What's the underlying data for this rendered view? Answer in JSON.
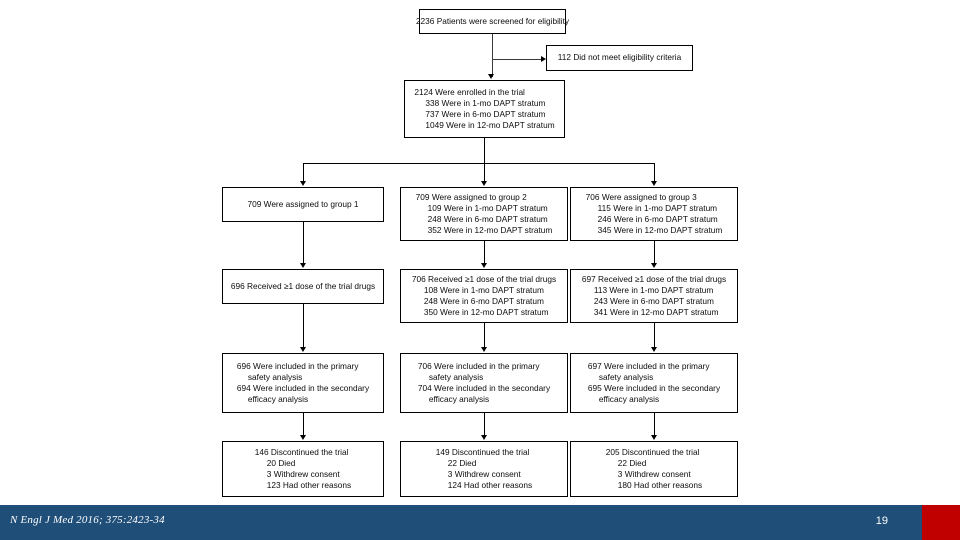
{
  "slide": {
    "page_number": "19",
    "citation": "N Engl J Med 2016; 375:2423-34"
  },
  "chart_data": {
    "type": "flowchart",
    "title": "CONSORT patient enrollment and follow-up flow diagram",
    "nodes": [
      {
        "id": "screened",
        "lines": [
          "2236 Patients were screened for eligibility"
        ]
      },
      {
        "id": "excluded",
        "lines": [
          "112 Did not meet eligibility criteria"
        ]
      },
      {
        "id": "enrolled",
        "head": "2124 Were enrolled in the trial",
        "subs": [
          "338 Were in 1-mo DAPT stratum",
          "737 Were in 6-mo DAPT stratum",
          "1049 Were in 12-mo DAPT stratum"
        ]
      },
      {
        "id": "assigned-group-1",
        "head": "709 Were assigned to group 1",
        "subs": []
      },
      {
        "id": "assigned-group-2",
        "head": "709 Were assigned to group 2",
        "subs": [
          "109 Were in 1-mo DAPT stratum",
          "248 Were in 6-mo DAPT stratum",
          "352 Were in 12-mo DAPT stratum"
        ]
      },
      {
        "id": "assigned-group-3",
        "head": "706 Were assigned to group 3",
        "subs": [
          "115 Were in 1-mo DAPT stratum",
          "246 Were in 6-mo DAPT stratum",
          "345 Were in 12-mo DAPT stratum"
        ]
      },
      {
        "id": "dose-group-1",
        "head": "696 Received ≥1 dose of the trial drugs",
        "subs": []
      },
      {
        "id": "dose-group-2",
        "head": "706 Received ≥1 dose of the trial drugs",
        "subs": [
          "108 Were in 1-mo DAPT stratum",
          "248 Were in 6-mo DAPT stratum",
          "350 Were in 12-mo DAPT stratum"
        ]
      },
      {
        "id": "dose-group-3",
        "head": "697 Received ≥1 dose of the trial drugs",
        "subs": [
          "113 Were in 1-mo DAPT stratum",
          "243 Were in 6-mo DAPT stratum",
          "341 Were in 12-mo DAPT stratum"
        ]
      },
      {
        "id": "analysis-group-1",
        "lines": [
          "696 Were included in the primary",
          "safety analysis",
          "694 Were included in the secondary",
          "efficacy analysis"
        ]
      },
      {
        "id": "analysis-group-2",
        "lines": [
          "706 Were included in the primary",
          "safety analysis",
          "704 Were included in the secondary",
          "efficacy analysis"
        ]
      },
      {
        "id": "analysis-group-3",
        "lines": [
          "697 Were included in the primary",
          "safety analysis",
          "695 Were included in the secondary",
          "efficacy analysis"
        ]
      },
      {
        "id": "discontinued-group-1",
        "head": "146 Discontinued the trial",
        "subs": [
          "20 Died",
          "3 Withdrew consent",
          "123 Had other reasons"
        ]
      },
      {
        "id": "discontinued-group-2",
        "head": "149 Discontinued the trial",
        "subs": [
          "22 Died",
          "3 Withdrew consent",
          "124 Had other reasons"
        ]
      },
      {
        "id": "discontinued-group-3",
        "head": "205 Discontinued the trial",
        "subs": [
          "22 Died",
          "3 Withdrew consent",
          "180 Had other reasons"
        ]
      }
    ]
  },
  "flow": {
    "screened": {
      "text": "2236 Patients were screened for eligibility"
    },
    "excluded": {
      "text": "112 Did not meet eligibility criteria"
    },
    "enrolled": {
      "head": "2124 Were enrolled in the trial",
      "s1": "338 Were in 1-mo DAPT stratum",
      "s2": "737 Were in 6-mo DAPT stratum",
      "s3": "1049 Were in 12-mo DAPT stratum"
    },
    "assign1": {
      "head": "709 Were assigned to group 1"
    },
    "assign2": {
      "head": "709 Were assigned to group 2",
      "s1": "109 Were in 1-mo DAPT stratum",
      "s2": "248 Were in 6-mo DAPT stratum",
      "s3": "352 Were in 12-mo DAPT stratum"
    },
    "assign3": {
      "head": "706 Were assigned to group 3",
      "s1": "115 Were in 1-mo DAPT stratum",
      "s2": "246 Were in 6-mo DAPT stratum",
      "s3": "345 Were in 12-mo DAPT stratum"
    },
    "dose1": {
      "head": "696 Received ≥1 dose of the trial drugs"
    },
    "dose2": {
      "head": "706 Received ≥1 dose of the trial drugs",
      "s1": "108 Were in 1-mo DAPT stratum",
      "s2": "248 Were in 6-mo DAPT stratum",
      "s3": "350 Were in 12-mo DAPT stratum"
    },
    "dose3": {
      "head": "697 Received ≥1 dose of the trial drugs",
      "s1": "113 Were in 1-mo DAPT stratum",
      "s2": "243 Were in 6-mo DAPT stratum",
      "s3": "341 Were in 12-mo DAPT stratum"
    },
    "analysis1": {
      "l1": "696 Were included in the primary",
      "l2": "safety analysis",
      "l3": "694 Were included in the secondary",
      "l4": "efficacy analysis"
    },
    "analysis2": {
      "l1": "706 Were included in the primary",
      "l2": "safety analysis",
      "l3": "704 Were included in the secondary",
      "l4": "efficacy analysis"
    },
    "analysis3": {
      "l1": "697 Were included in the primary",
      "l2": "safety analysis",
      "l3": "695 Were included in the secondary",
      "l4": "efficacy analysis"
    },
    "disc1": {
      "head": "146 Discontinued the trial",
      "s1": "20 Died",
      "s2": "3 Withdrew consent",
      "s3": "123 Had other reasons"
    },
    "disc2": {
      "head": "149 Discontinued the trial",
      "s1": "22 Died",
      "s2": "3 Withdrew consent",
      "s3": "124 Had other reasons"
    },
    "disc3": {
      "head": "205 Discontinued the trial",
      "s1": "22 Died",
      "s2": "3 Withdrew consent",
      "s3": "180 Had other reasons"
    }
  }
}
